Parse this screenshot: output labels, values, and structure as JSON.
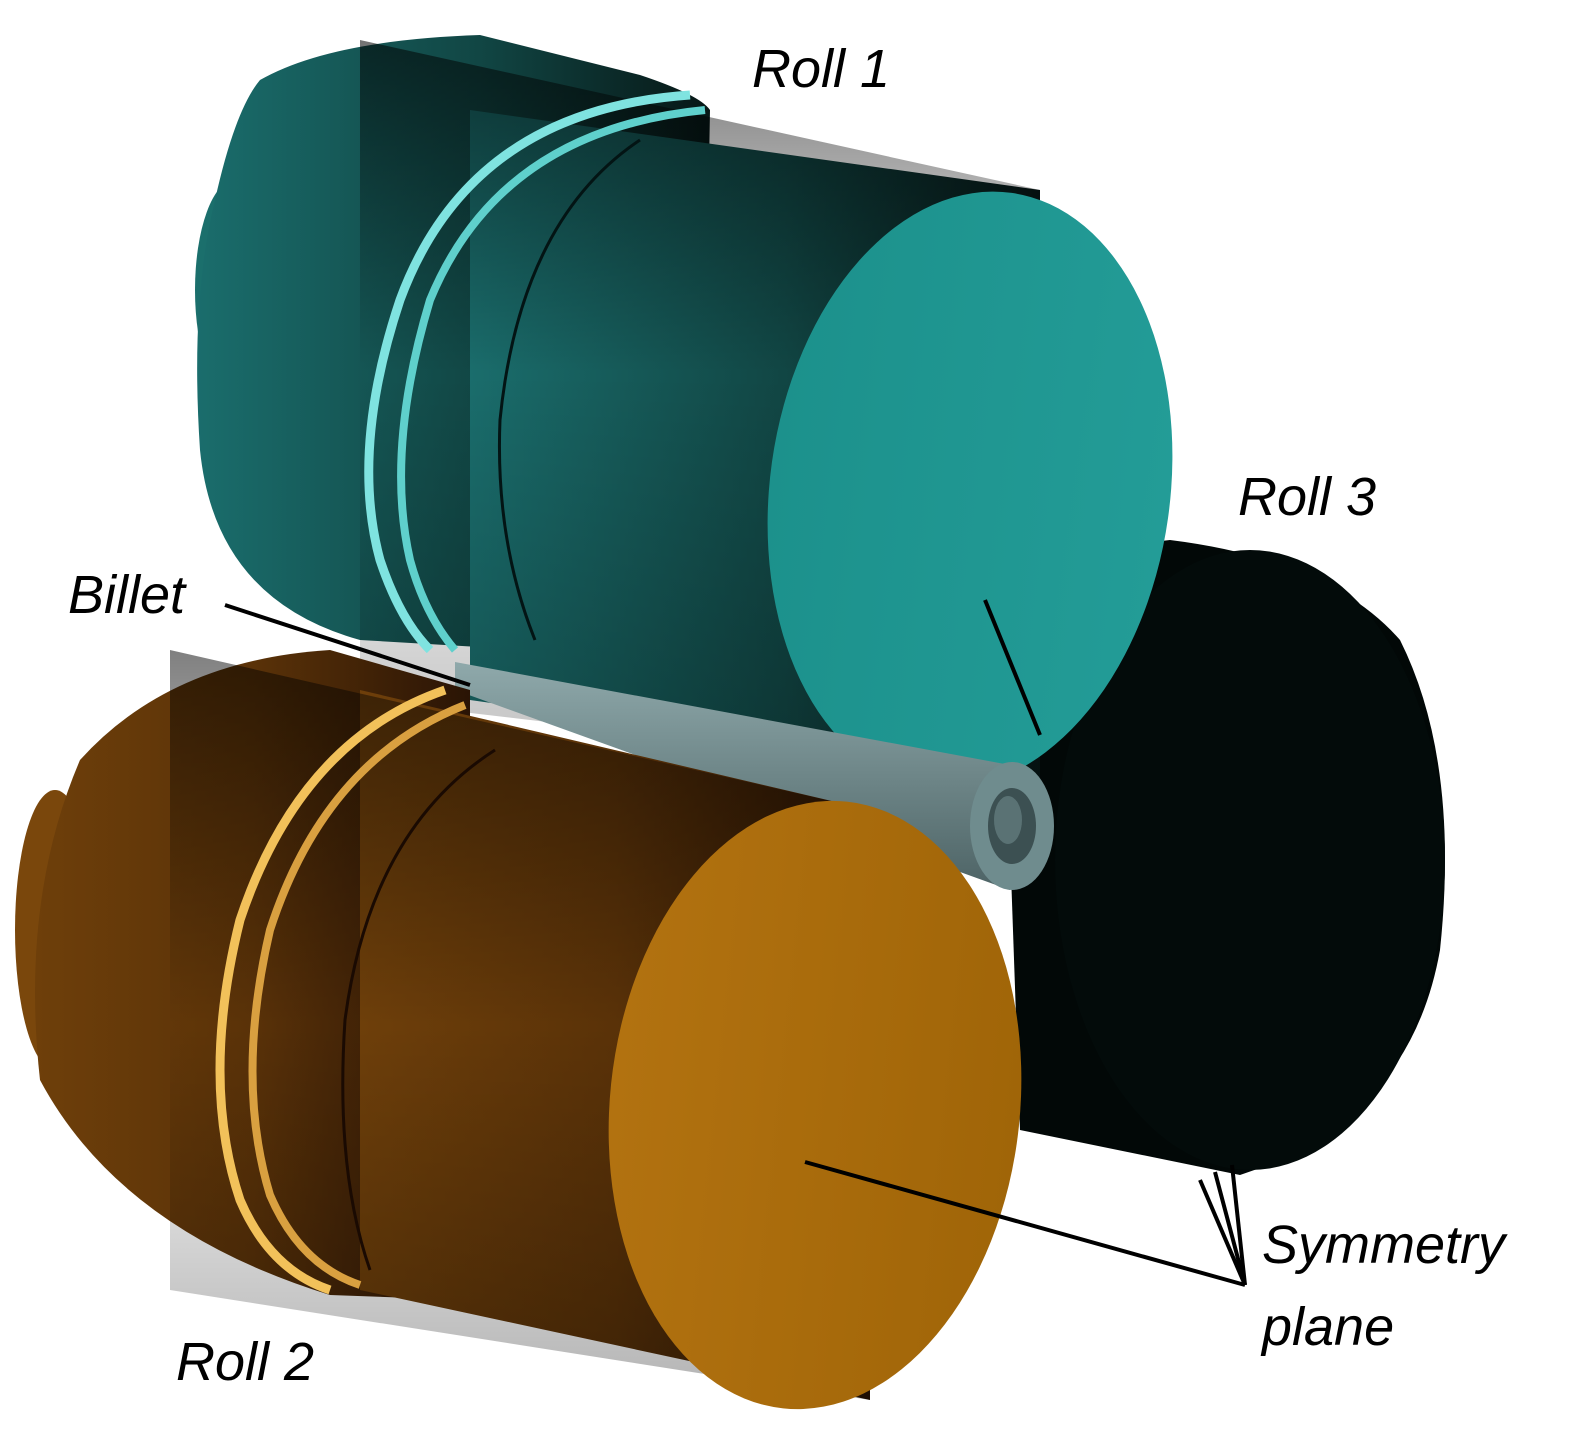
{
  "labels": {
    "roll1": "Roll 1",
    "roll2": "Roll 2",
    "roll3": "Roll 3",
    "billet": "Billet",
    "symmetry_line1": "Symmetry",
    "symmetry_line2": "plane"
  },
  "colors": {
    "roll1": "#1f8f8c",
    "roll1_dark": "#0b2e2f",
    "roll1_ring": "#7fe3e0",
    "roll2": "#b8760f",
    "roll2_dark": "#2a1406",
    "roll2_ring": "#f2c15a",
    "roll3": "#020807",
    "billet": "#6f8c8e",
    "billet_dark": "#3c5052",
    "leader": "#000000"
  }
}
